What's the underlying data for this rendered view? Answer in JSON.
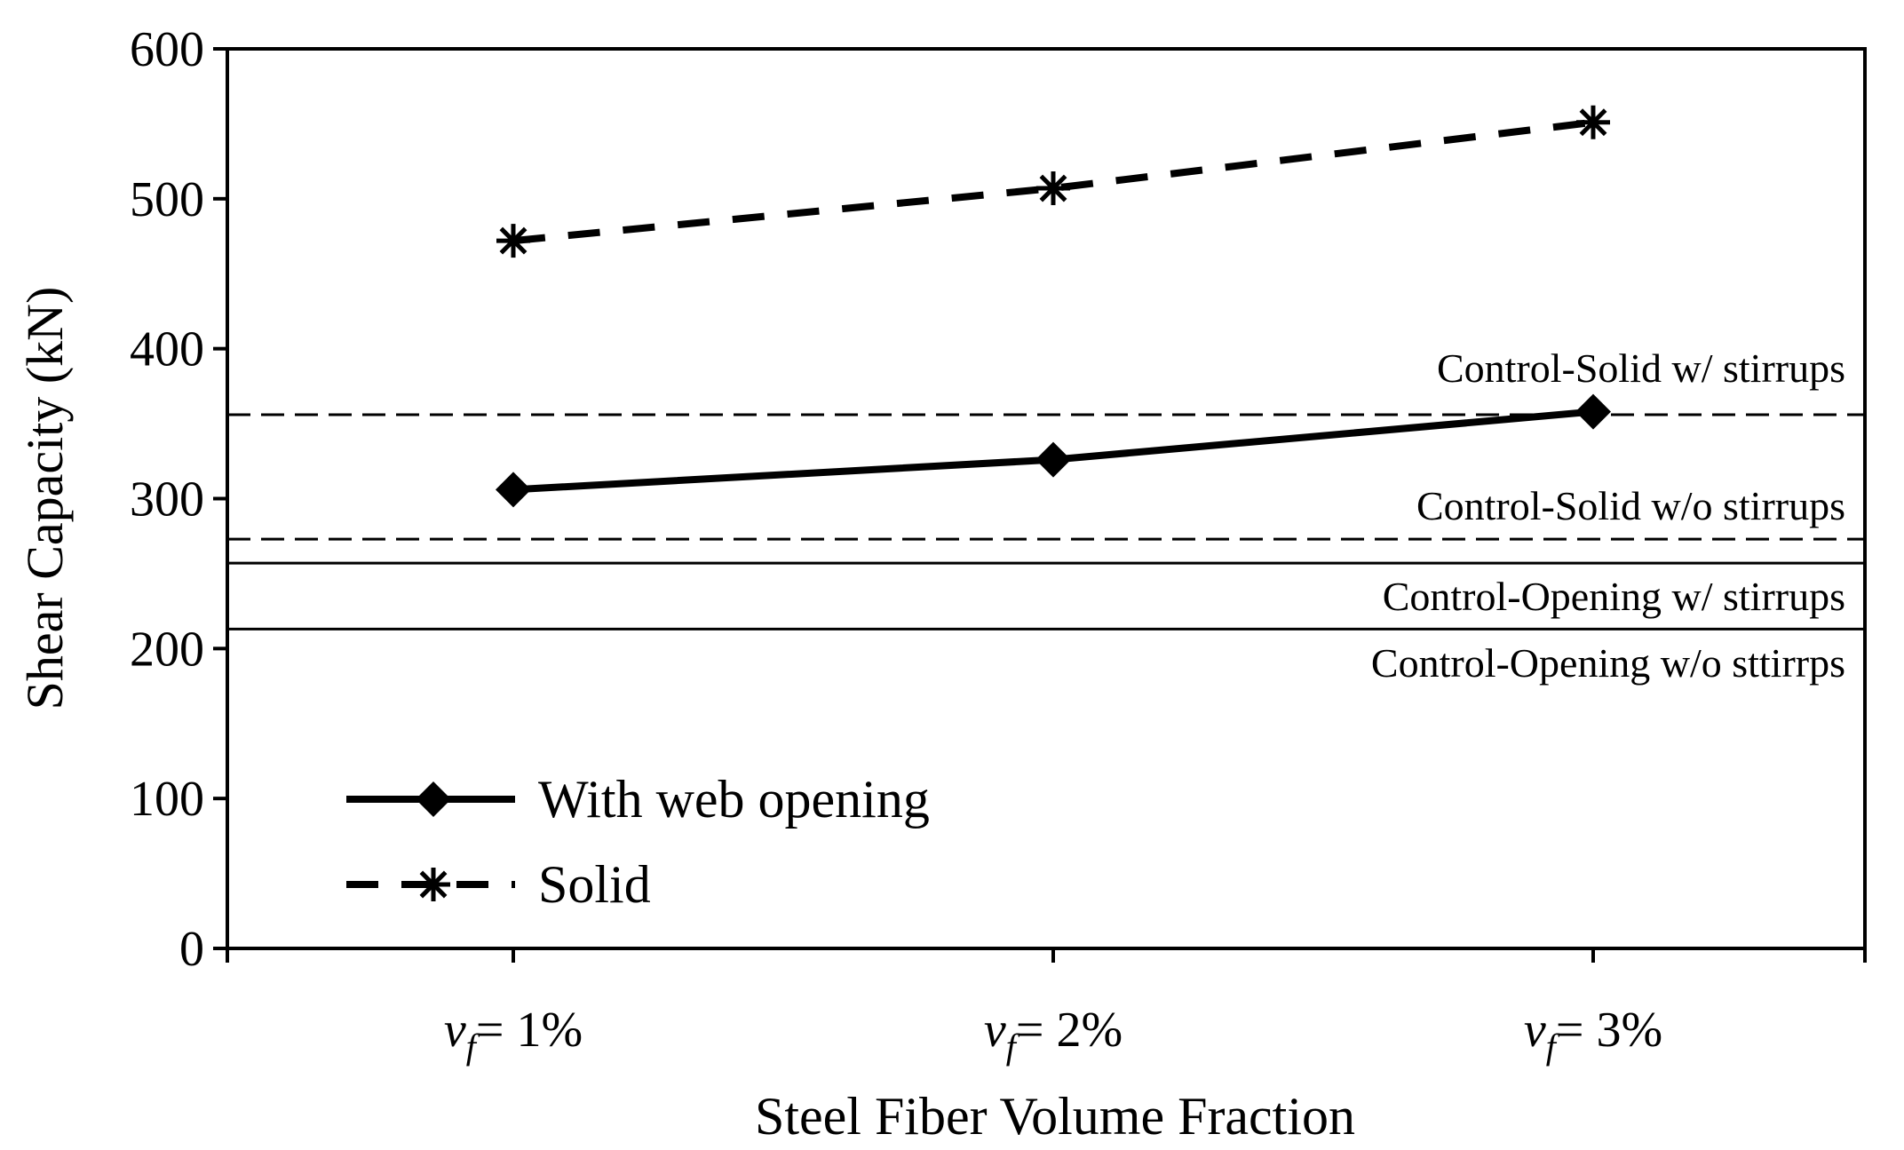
{
  "chart_data": {
    "type": "line",
    "xlabel": "Steel Fiber Volume Fraction",
    "ylabel": "Shear Capacity (kN)",
    "ylim": [
      0,
      600
    ],
    "yticks": [
      0,
      100,
      200,
      300,
      400,
      500,
      600
    ],
    "grid": false,
    "legend_position": "bottom-left",
    "categories": [
      {
        "var": "v",
        "sub": "f",
        "rest": "= 1%"
      },
      {
        "var": "v",
        "sub": "f",
        "rest": "= 2%"
      },
      {
        "var": "v",
        "sub": "f",
        "rest": "= 3%"
      }
    ],
    "series": [
      {
        "name": "With web opening",
        "values": [
          306,
          326,
          358
        ],
        "line": "solid",
        "marker": "diamond",
        "color": "#000000"
      },
      {
        "name": "Solid",
        "values": [
          472,
          507,
          551
        ],
        "line": "dashed",
        "marker": "asterisk",
        "color": "#000000"
      }
    ],
    "reference_lines": [
      {
        "label": "Control-Solid w/ stirrups",
        "value": 356,
        "line": "dashed"
      },
      {
        "label": "Control-Solid w/o stirrups",
        "value": 273,
        "line": "dashed"
      },
      {
        "label": "Control-Opening w/ stirrups",
        "value": 257,
        "line": "solid"
      },
      {
        "label": "Control-Opening w/o sttirrps",
        "value": 213,
        "line": "solid"
      }
    ]
  }
}
